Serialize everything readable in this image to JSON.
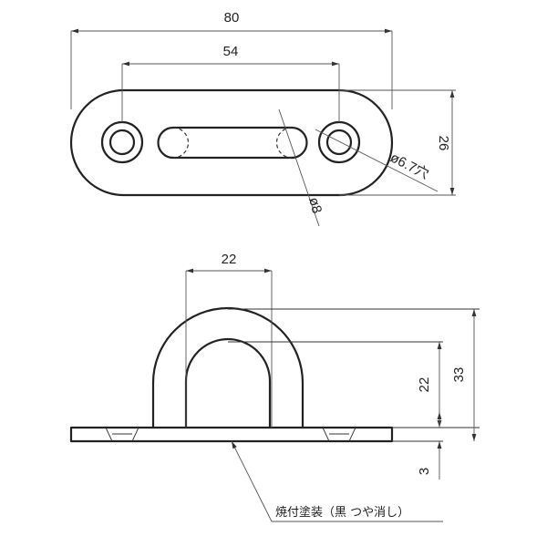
{
  "top_view": {
    "overall_length": "80",
    "hole_pitch": "54",
    "width": "26",
    "hole_dia": "ø6.7穴",
    "slot_dia": "ø8"
  },
  "side_view": {
    "loop_width": "22",
    "total_height": "33",
    "inner_height": "22",
    "plate_thickness": "3"
  },
  "note": {
    "finish": "焼付塗装（黒 つや消し）"
  }
}
